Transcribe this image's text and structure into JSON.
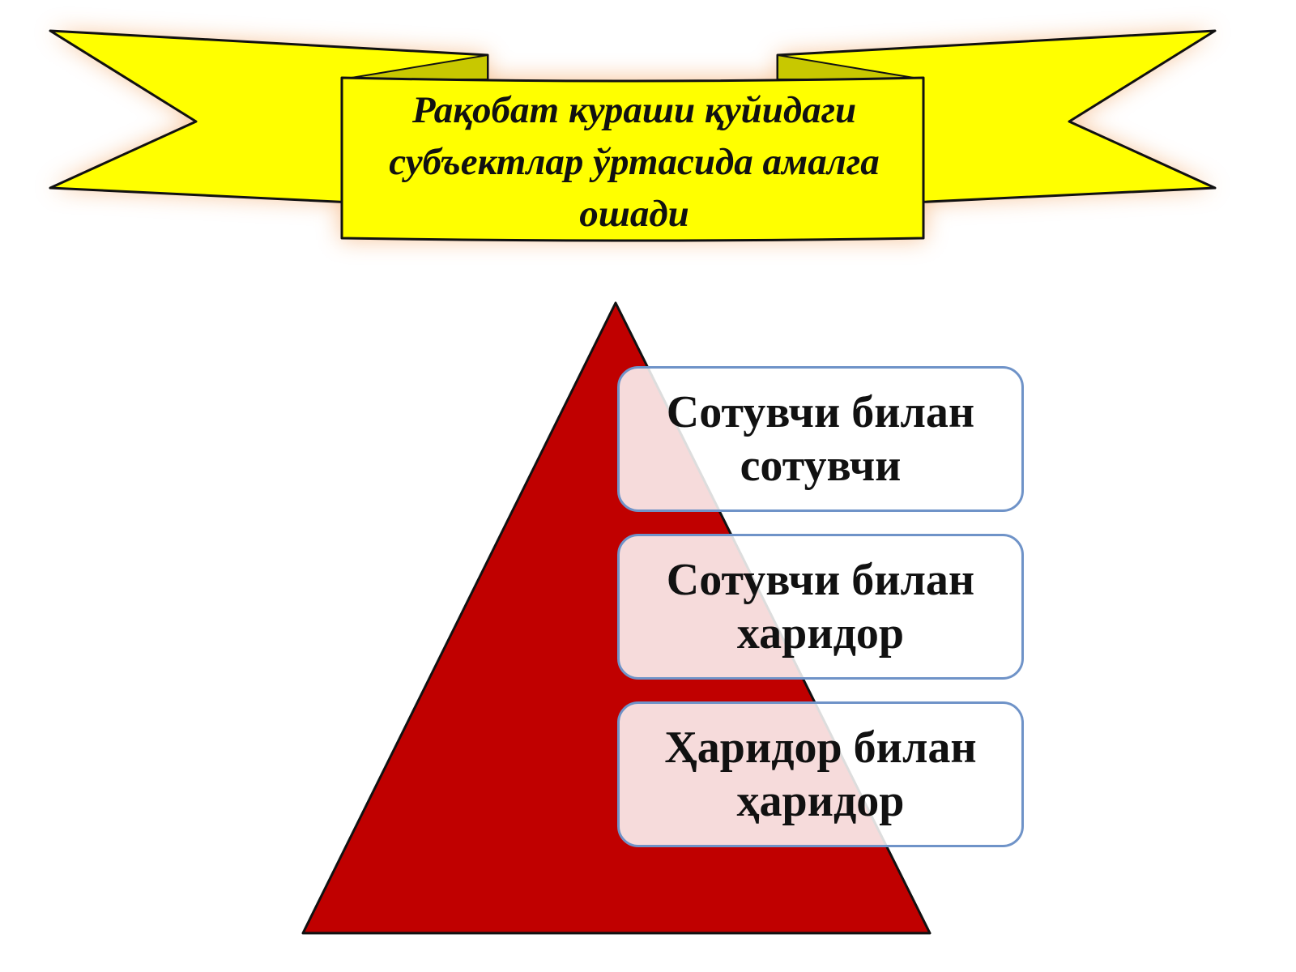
{
  "banner": {
    "title_lines": [
      "Рақобат кураши қуйидаги",
      "субъектлар ўртасида амалга",
      "ошади"
    ],
    "fill_color": "#ffff00",
    "glow_color": "#f5b27a"
  },
  "pyramid": {
    "fill_color": "#c00000",
    "items": [
      {
        "lines": [
          "Сотувчи билан",
          "сотувчи"
        ]
      },
      {
        "lines": [
          "Сотувчи билан",
          "харидор"
        ]
      },
      {
        "lines": [
          "Ҳаридор билан",
          "ҳаридор"
        ]
      }
    ],
    "box_border_color": "#6f93c8"
  }
}
